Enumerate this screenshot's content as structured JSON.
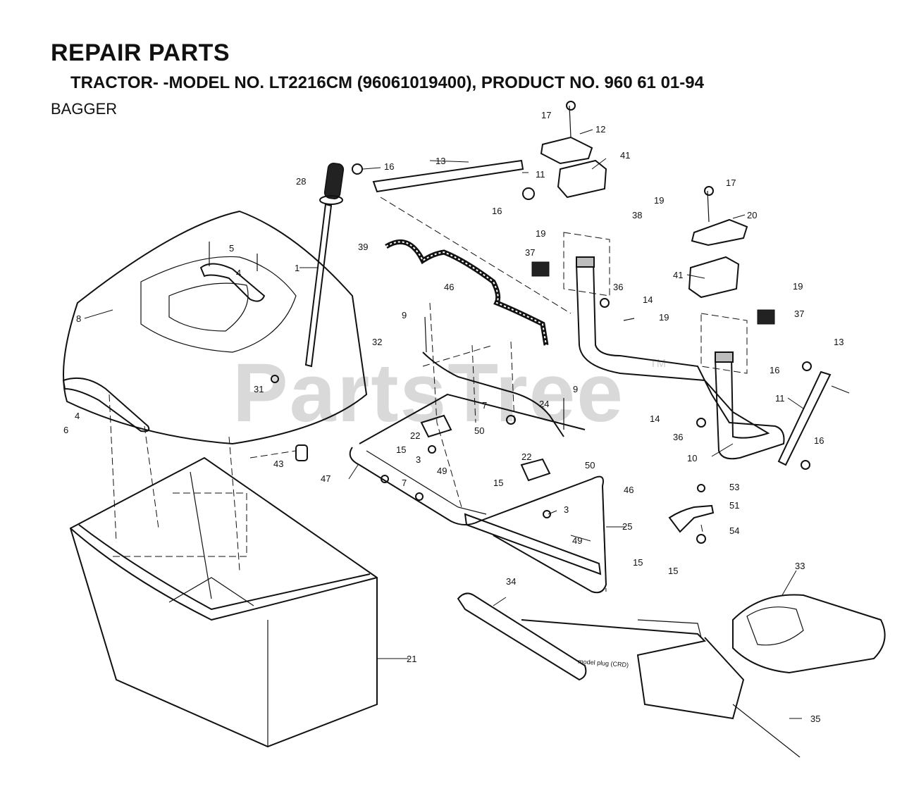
{
  "header": {
    "title": "REPAIR PARTS",
    "subtitle": "TRACTOR- -MODEL NO. LT2216CM (96061019400), PRODUCT NO. 960 61 01-94",
    "section": "BAGGER"
  },
  "watermark": {
    "text": "PartsTree",
    "trademark": "TM"
  },
  "callouts": {
    "c1": "1",
    "c3a": "3",
    "c3b": "3",
    "c4a": "4",
    "c4b": "4",
    "c5": "5",
    "c6": "6",
    "c7a": "7",
    "c7b": "7",
    "c8": "8",
    "c9a": "9",
    "c9b": "9",
    "c10": "10",
    "c11a": "11",
    "c11b": "11",
    "c12": "12",
    "c13a": "13",
    "c13b": "13",
    "c14a": "14",
    "c14b": "14",
    "c15a": "15",
    "c15b": "15",
    "c15c": "15",
    "c15d": "15",
    "c16a": "16",
    "c16b": "16",
    "c16c": "16",
    "c16d": "16",
    "c17a": "17",
    "c17b": "17",
    "c19a": "19",
    "c19b": "19",
    "c19c": "19",
    "c19d": "19",
    "c20": "20",
    "c21": "21",
    "c22a": "22",
    "c22b": "22",
    "c24": "24",
    "c25": "25",
    "c28": "28",
    "c31": "31",
    "c32": "32",
    "c33": "33",
    "c34": "34",
    "c35": "35",
    "c36a": "36",
    "c36b": "36",
    "c37a": "37",
    "c37b": "37",
    "c38": "38",
    "c39": "39",
    "c41a": "41",
    "c41b": "41",
    "c43": "43",
    "c46a": "46",
    "c46b": "46",
    "c47": "47",
    "c49a": "49",
    "c49b": "49",
    "c50a": "50",
    "c50b": "50",
    "c51": "51",
    "c53": "53",
    "c54": "54"
  },
  "decal_text": "model plug (CRD)"
}
